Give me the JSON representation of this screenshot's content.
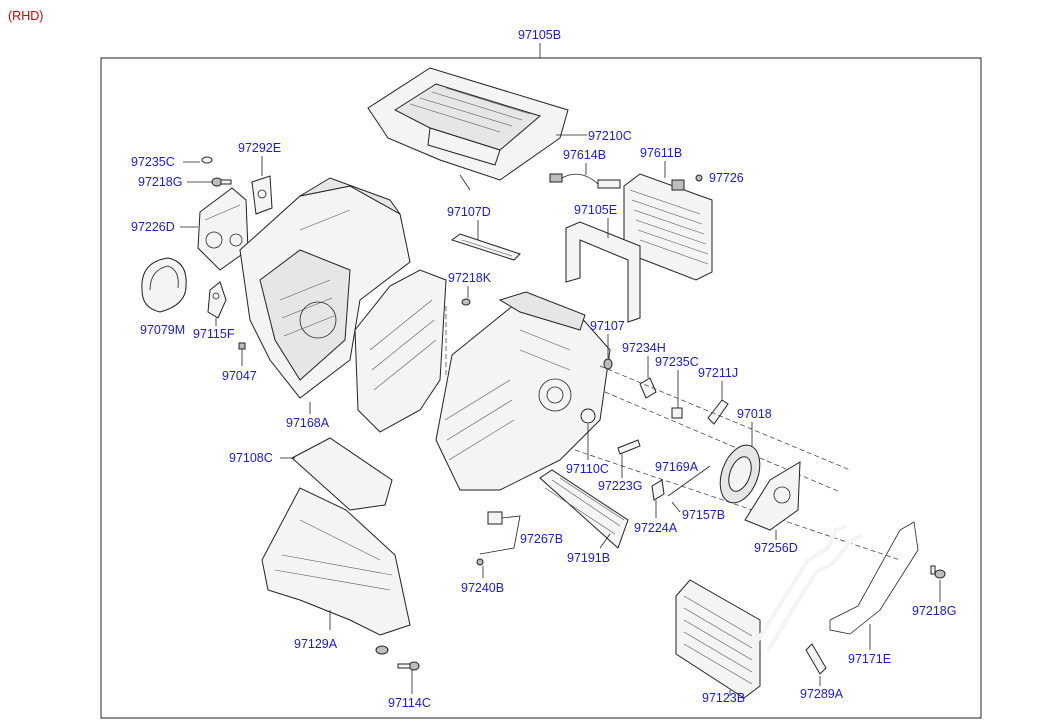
{
  "header": {
    "variant": "(RHD)"
  },
  "assembly_label": "97105B",
  "labels": {
    "l97210C": "97210C",
    "l97235C_a": "97235C",
    "l97292E": "97292E",
    "l97218G_a": "97218G",
    "l97226D": "97226D",
    "l97079M": "97079M",
    "l97115F": "97115F",
    "l97047": "97047",
    "l97168A": "97168A",
    "l97108C": "97108C",
    "l97129A": "97129A",
    "l97114C": "97114C",
    "l97240B": "97240B",
    "l97267B": "97267B",
    "l97191B": "97191B",
    "l97110C": "97110C",
    "l97223G": "97223G",
    "l97107D": "97107D",
    "l97218K": "97218K",
    "l97107": "97107",
    "l97234H": "97234H",
    "l97235C_b": "97235C",
    "l97211J": "97211J",
    "l97018": "97018",
    "l97169A": "97169A",
    "l97157B": "97157B",
    "l97224A": "97224A",
    "l97256D": "97256D",
    "l97614B": "97614B",
    "l97611B": "97611B",
    "l97726": "97726",
    "l97105E": "97105E",
    "l97218G_b": "97218G",
    "l97171E": "97171E",
    "l97123B": "97123B",
    "l97289A": "97289A"
  },
  "colors": {
    "label": "#1a1ad6",
    "variant": "#d00000",
    "line": "#222222"
  }
}
